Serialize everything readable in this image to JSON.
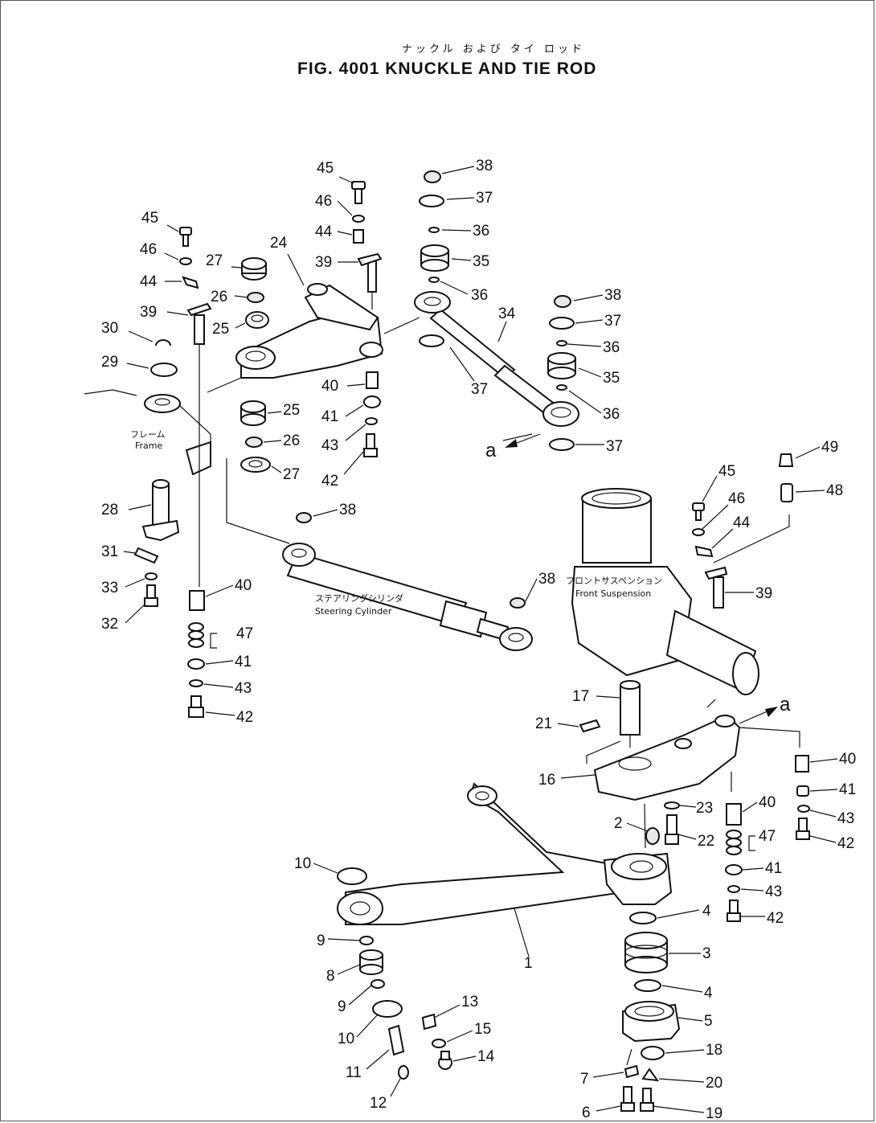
{
  "title": {
    "japanese": "ナックル および タイ ロッド",
    "english": "FIG. 4001   KNUCKLE AND TIE ROD"
  },
  "annotations": {
    "frame_jp": "フレーム",
    "frame_en": "Frame",
    "cylinder_jp": "ステアリングシリンダ",
    "cylinder_en": "Steering Cylinder",
    "suspension_jp": "フロントサスペンション",
    "suspension_en": "Front Suspension",
    "ref_a_1": "a",
    "ref_a_2": "a"
  },
  "part_numbers": {
    "p45a": "45",
    "p46a": "46",
    "p44a": "44",
    "p39a": "39",
    "p30": "30",
    "p29": "29",
    "p27a": "27",
    "p26a": "26",
    "p25a": "25",
    "p24": "24",
    "p45b": "45",
    "p46b": "46",
    "p44b": "44",
    "p39b": "39",
    "p40a": "40",
    "p41a": "41",
    "p43a": "43",
    "p42a": "42",
    "p25b": "25",
    "p26b": "26",
    "p27b": "27",
    "p38a": "38",
    "p37a": "37",
    "p36a": "36",
    "p35a": "35",
    "p36b": "36",
    "p37b": "37",
    "p34": "34",
    "p38b": "38",
    "p37c": "37",
    "p36c": "36",
    "p35b": "35",
    "p36d": "36",
    "p37d": "37",
    "p28": "28",
    "p31": "31",
    "p33": "33",
    "p32": "32",
    "p40b": "40",
    "p47a": "47",
    "p41b": "41",
    "p43b": "43",
    "p42b": "42",
    "p38c": "38",
    "p38d": "38",
    "p49": "49",
    "p48": "48",
    "p45c": "45",
    "p46c": "46",
    "p44c": "44",
    "p39c": "39",
    "p17": "17",
    "p21": "21",
    "p16": "16",
    "p23": "23",
    "p22": "22",
    "p2": "2",
    "p40c": "40",
    "p41c": "41",
    "p43c": "43",
    "p42c": "42",
    "p40d": "40",
    "p47b": "47",
    "p41d": "41",
    "p43d": "43",
    "p42d": "42",
    "p10a": "10",
    "p9a": "9",
    "p8": "8",
    "p9b": "9",
    "p10b": "10",
    "p1": "1",
    "p13": "13",
    "p15": "15",
    "p14": "14",
    "p11": "11",
    "p12": "12",
    "p4a": "4",
    "p3": "3",
    "p4b": "4",
    "p5": "5",
    "p18": "18",
    "p7": "7",
    "p20": "20",
    "p6": "6",
    "p19": "19"
  }
}
